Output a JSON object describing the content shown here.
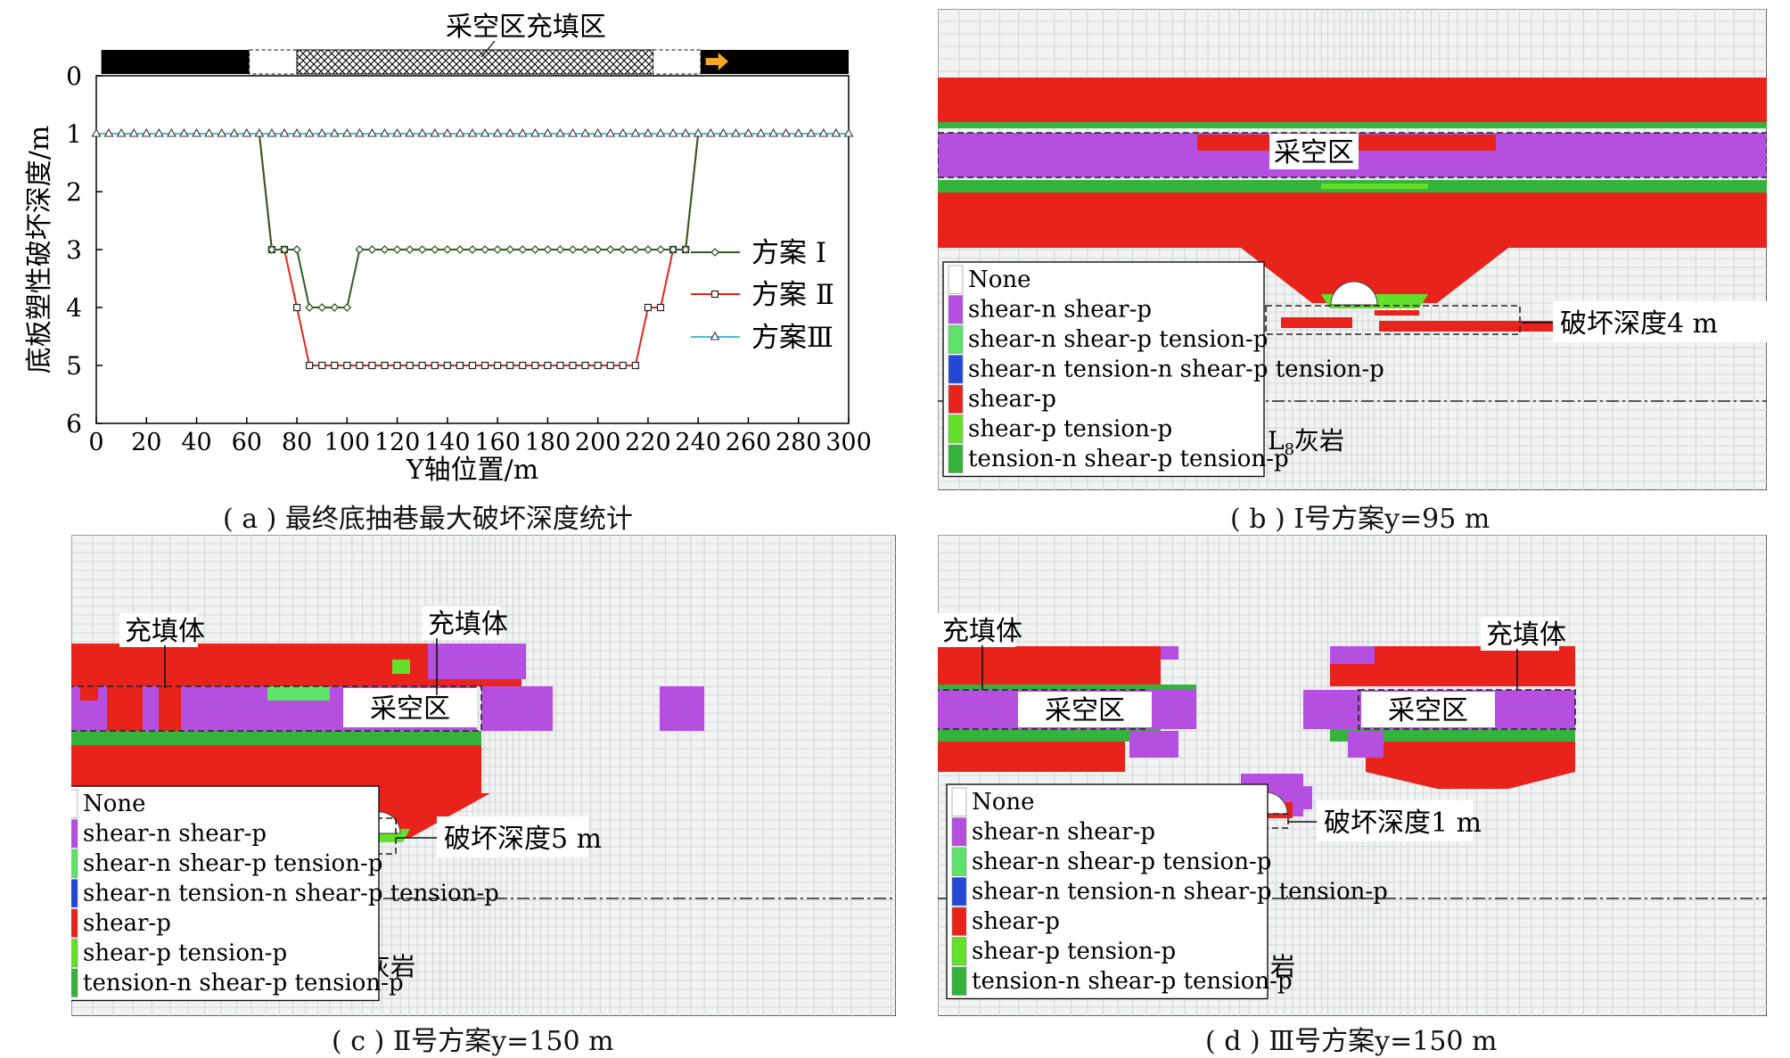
{
  "captions": {
    "a": "( a ) 最终底抽巷最大破坏深度统计",
    "b": "( b ) Ⅰ号方案y=95 m",
    "c": "( c ) Ⅱ号方案y=150 m",
    "d": "( d ) Ⅲ号方案y=150 m"
  },
  "chart_data": [
    {
      "type": "line",
      "title": "",
      "xlabel": "Y轴位置/m",
      "ylabel": "底板塑性破坏深度/m",
      "xlim": [
        0,
        300
      ],
      "ylim": [
        0,
        6
      ],
      "y_inverted": true,
      "x_ticks": [
        0,
        20,
        40,
        60,
        80,
        100,
        120,
        140,
        160,
        180,
        200,
        220,
        240,
        260,
        280,
        300
      ],
      "y_ticks": [
        0,
        1,
        2,
        3,
        4,
        5,
        6
      ],
      "top_bar_label": "采空区充填区",
      "legend": [
        "方案 Ⅰ",
        "方案 Ⅱ",
        "方案Ⅲ"
      ],
      "series": [
        {
          "name": "方案 Ⅰ",
          "color": "#2e5e1e",
          "marker": "diamond",
          "x": [
            0,
            5,
            10,
            15,
            20,
            25,
            30,
            35,
            40,
            45,
            50,
            55,
            60,
            65,
            70,
            75,
            80,
            85,
            90,
            95,
            100,
            105,
            110,
            115,
            120,
            125,
            130,
            135,
            140,
            145,
            150,
            155,
            160,
            165,
            170,
            175,
            180,
            185,
            190,
            195,
            200,
            205,
            210,
            215,
            220,
            225,
            230,
            235,
            240,
            245,
            250,
            255,
            260,
            265,
            270,
            275,
            280,
            285,
            290,
            295,
            300
          ],
          "y": [
            1,
            1,
            1,
            1,
            1,
            1,
            1,
            1,
            1,
            1,
            1,
            1,
            1,
            1,
            3,
            3,
            3,
            4,
            4,
            4,
            4,
            3,
            3,
            3,
            3,
            3,
            3,
            3,
            3,
            3,
            3,
            3,
            3,
            3,
            3,
            3,
            3,
            3,
            3,
            3,
            3,
            3,
            3,
            3,
            3,
            3,
            3,
            3,
            1,
            1,
            1,
            1,
            1,
            1,
            1,
            1,
            1,
            1,
            1,
            1,
            1
          ]
        },
        {
          "name": "方案 Ⅱ",
          "color": "#e8231c",
          "marker": "square",
          "x": [
            0,
            5,
            10,
            15,
            20,
            25,
            30,
            35,
            40,
            45,
            50,
            55,
            60,
            65,
            70,
            75,
            80,
            85,
            90,
            95,
            100,
            105,
            110,
            115,
            120,
            125,
            130,
            135,
            140,
            145,
            150,
            155,
            160,
            165,
            170,
            175,
            180,
            185,
            190,
            195,
            200,
            205,
            210,
            215,
            220,
            225,
            230,
            235,
            240,
            245,
            250,
            255,
            260,
            265,
            270,
            275,
            280,
            285,
            290,
            295,
            300
          ],
          "y": [
            1,
            1,
            1,
            1,
            1,
            1,
            1,
            1,
            1,
            1,
            1,
            1,
            1,
            1,
            3,
            3,
            4,
            5,
            5,
            5,
            5,
            5,
            5,
            5,
            5,
            5,
            5,
            5,
            5,
            5,
            5,
            5,
            5,
            5,
            5,
            5,
            5,
            5,
            5,
            5,
            5,
            5,
            5,
            5,
            4,
            4,
            3,
            3,
            1,
            1,
            1,
            1,
            1,
            1,
            1,
            1,
            1,
            1,
            1,
            1,
            1
          ]
        },
        {
          "name": "方案Ⅲ",
          "color": "#3fc1e3",
          "marker": "triangle",
          "x": [
            0,
            5,
            10,
            15,
            20,
            25,
            30,
            35,
            40,
            45,
            50,
            55,
            60,
            65,
            70,
            75,
            80,
            85,
            90,
            95,
            100,
            105,
            110,
            115,
            120,
            125,
            130,
            135,
            140,
            145,
            150,
            155,
            160,
            165,
            170,
            175,
            180,
            185,
            190,
            195,
            200,
            205,
            210,
            215,
            220,
            225,
            230,
            235,
            240,
            245,
            250,
            255,
            260,
            265,
            270,
            275,
            280,
            285,
            290,
            295,
            300
          ],
          "y": [
            1,
            1,
            1,
            1,
            1,
            1,
            1,
            1,
            1,
            1,
            1,
            1,
            1,
            1,
            1,
            1,
            1,
            1,
            1,
            1,
            1,
            1,
            1,
            1,
            1,
            1,
            1,
            1,
            1,
            1,
            1,
            1,
            1,
            1,
            1,
            1,
            1,
            1,
            1,
            1,
            1,
            1,
            1,
            1,
            1,
            1,
            1,
            1,
            1,
            1,
            1,
            1,
            1,
            1,
            1,
            1,
            1,
            1,
            1,
            1,
            1
          ]
        }
      ]
    }
  ],
  "legend_states": [
    "None",
    "shear-n shear-p",
    "shear-n shear-p tension-p",
    "shear-n tension-n shear-p tension-p",
    "shear-p",
    "shear-p tension-p",
    "tension-n shear-p tension-p"
  ],
  "state_colors": [
    "#ffffff",
    "#b54fe0",
    "#5ee36a",
    "#2447d6",
    "#e8231c",
    "#63e02a",
    "#35b23b"
  ],
  "labels": {
    "goaf": "采空区",
    "fill": "充填体",
    "limestone_base": "L",
    "limestone_sub": "8",
    "limestone_rest": "灰岩",
    "depth_b": "破坏深度4 m",
    "depth_c": "破坏深度5 m",
    "depth_d": "破坏深度1 m"
  }
}
